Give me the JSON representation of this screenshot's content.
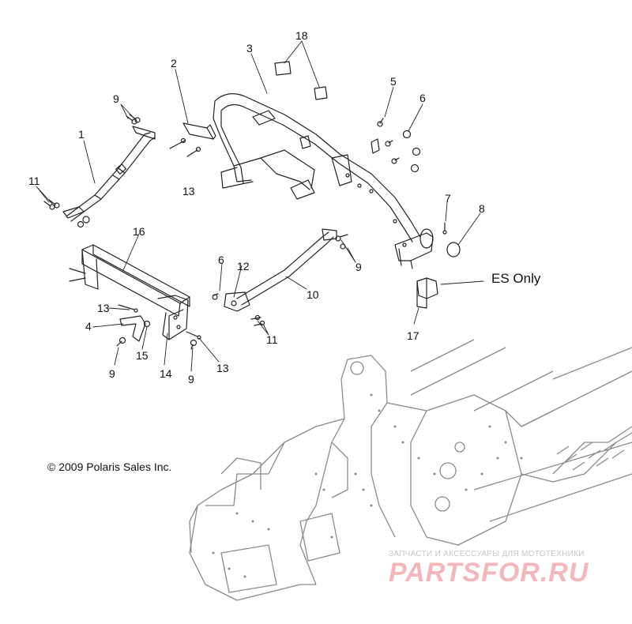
{
  "callouts": [
    {
      "key": "c1",
      "text": "1"
    },
    {
      "key": "c2",
      "text": "2"
    },
    {
      "key": "c3",
      "text": "3"
    },
    {
      "key": "c4",
      "text": "4"
    },
    {
      "key": "c5",
      "text": "5"
    },
    {
      "key": "c6a",
      "text": "6"
    },
    {
      "key": "c6b",
      "text": "6"
    },
    {
      "key": "c7",
      "text": "7"
    },
    {
      "key": "c8",
      "text": "8"
    },
    {
      "key": "c9a",
      "text": "9"
    },
    {
      "key": "c9b",
      "text": "9"
    },
    {
      "key": "c9c",
      "text": "9"
    },
    {
      "key": "c9d",
      "text": "9"
    },
    {
      "key": "c10",
      "text": "10"
    },
    {
      "key": "c11a",
      "text": "11"
    },
    {
      "key": "c11b",
      "text": "11"
    },
    {
      "key": "c12",
      "text": "12"
    },
    {
      "key": "c13a",
      "text": "13"
    },
    {
      "key": "c13b",
      "text": "13"
    },
    {
      "key": "c13c",
      "text": "13"
    },
    {
      "key": "c14",
      "text": "14"
    },
    {
      "key": "c15",
      "text": "15"
    },
    {
      "key": "c16",
      "text": "16"
    },
    {
      "key": "c17",
      "text": "17"
    },
    {
      "key": "c18",
      "text": "18"
    }
  ],
  "note_es_only": "ES Only",
  "copyright": "© 2009 Polaris Sales Inc.",
  "watermark": {
    "tagline": "ЗАПЧАСТИ И АКСЕССУАРЫ ДЛЯ МОТОТЕХНИКИ",
    "brand": "PARTSFOR.RU"
  },
  "colors": {
    "line": "#222222",
    "chassis": "#8a8a8a",
    "watermark": "#f2b6bb"
  }
}
